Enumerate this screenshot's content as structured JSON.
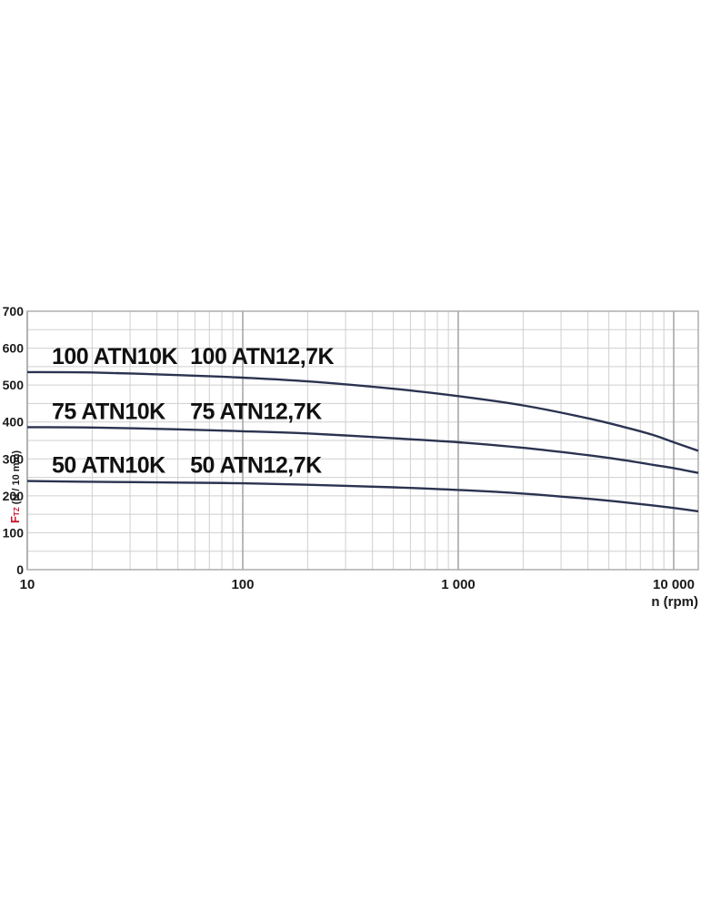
{
  "chart_data": {
    "type": "line",
    "xscale": "log",
    "xlim": [
      10,
      13000
    ],
    "ylim": [
      0,
      700
    ],
    "grid": true,
    "xlabel": "n (rpm)",
    "ylabel": {
      "symbol": "F",
      "subscript": "TZ",
      "rest": "(N / 10 mm)"
    },
    "x_ticks": [
      {
        "value": 10,
        "label": "10"
      },
      {
        "value": 100,
        "label": "100"
      },
      {
        "value": 1000,
        "label": "1 000"
      },
      {
        "value": 10000,
        "label": "10 000"
      }
    ],
    "y_ticks": [
      {
        "value": 0,
        "label": "0"
      },
      {
        "value": 100,
        "label": "100"
      },
      {
        "value": 200,
        "label": "200"
      },
      {
        "value": 300,
        "label": "300"
      },
      {
        "value": 400,
        "label": "400"
      },
      {
        "value": 500,
        "label": "500"
      },
      {
        "value": 600,
        "label": "600"
      },
      {
        "value": 700,
        "label": "700"
      }
    ],
    "line_color": "#2b3350",
    "series": [
      {
        "labels": [
          "100 ATN10K",
          "100 ATN12,7K"
        ],
        "x": [
          10,
          20,
          50,
          100,
          200,
          500,
          1000,
          2000,
          4000,
          6000,
          8000,
          10000,
          13000
        ],
        "y": [
          535,
          534,
          527,
          520,
          510,
          490,
          470,
          445,
          410,
          385,
          365,
          345,
          322
        ]
      },
      {
        "labels": [
          "75 ATN10K",
          "75 ATN12,7K"
        ],
        "x": [
          10,
          20,
          50,
          100,
          200,
          500,
          1000,
          2000,
          4000,
          6000,
          8000,
          10000,
          13000
        ],
        "y": [
          386,
          385,
          380,
          375,
          369,
          356,
          345,
          330,
          310,
          296,
          284,
          275,
          262
        ]
      },
      {
        "labels": [
          "50 ATN10K",
          "50 ATN12,7K"
        ],
        "x": [
          10,
          20,
          50,
          100,
          200,
          500,
          1000,
          2000,
          4000,
          6000,
          8000,
          10000,
          13000
        ],
        "y": [
          240,
          238,
          236,
          234,
          230,
          223,
          216,
          206,
          192,
          182,
          174,
          167,
          158
        ]
      }
    ]
  }
}
